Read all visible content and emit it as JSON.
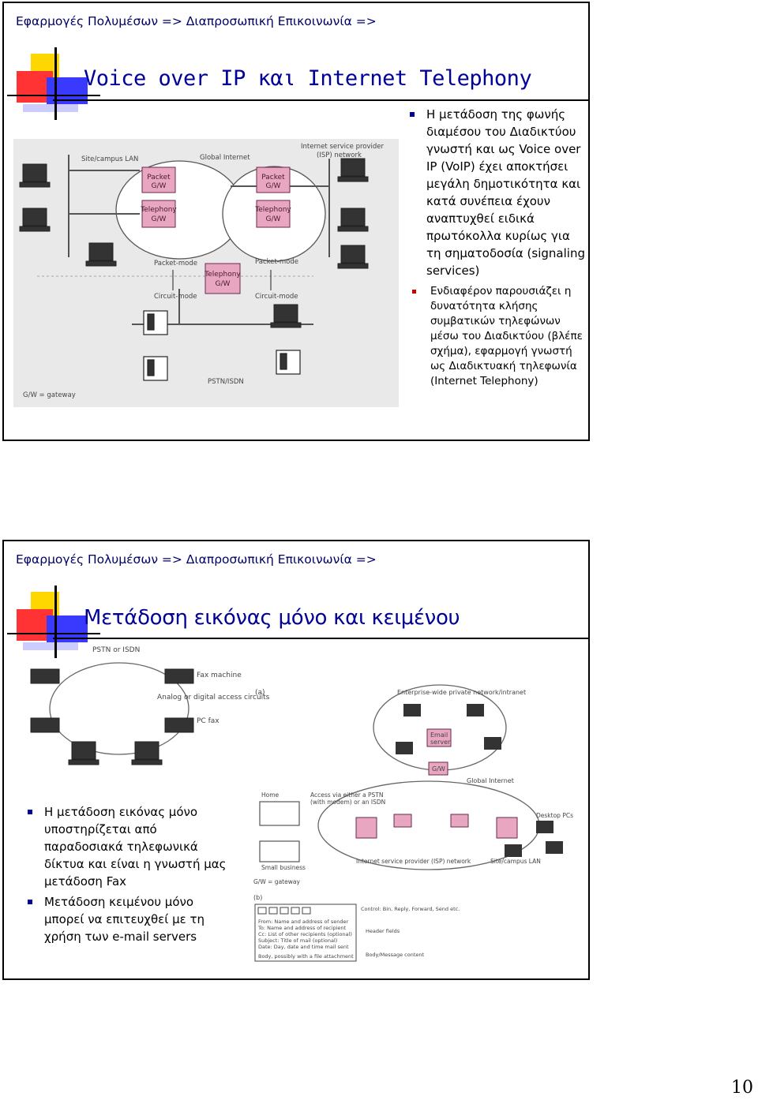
{
  "slides": [
    {
      "breadcrumb": "Εφαρμογές Πολυμέσων => Διαπροσωπική Επικοινωνία =>",
      "title": "Voice over IP και Internet Telephony",
      "figure_labels": {
        "site_lan": "Site/campus LAN",
        "global_internet": "Global Internet",
        "isp_network": "Internet service provider",
        "isp_network2": "(ISP) network",
        "packet_gw": "Packet",
        "gw": "G/W",
        "telephony": "Telephony",
        "packet_mode": "Packet-mode",
        "circuit_mode": "Circuit-mode",
        "pstn_isdn": "PSTN/ISDN",
        "gateway_legend": "G/W = gateway"
      },
      "bullets": [
        {
          "text": "Η μετάδοση της φωνής διαμέσου του Διαδικτύου γνωστή και ως Voice over IP (VoIP) έχει αποκτήσει μεγάλη δημοτικότητα και κατά συνέπεια έχουν αναπτυχθεί ειδικά πρωτόκολλα κυρίως για τη σηματοδοσία (signaling services)",
          "sub": [
            "Ενδιαφέρον παρουσιάζει η δυνατότητα κλήσης συμβατικών τηλεφώνων μέσω του Διαδικτύου (βλέπε σχήμα), εφαρμογή γνωστή ως Διαδικτυακή τηλεφωνία (Internet Telephony)"
          ]
        }
      ]
    },
    {
      "breadcrumb": "Εφαρμογές Πολυμέσων => Διαπροσωπική Επικοινωνία =>",
      "title": "Μετάδοση εικόνας μόνο και κειμένου",
      "figure_labels": {
        "pstn_isdn": "PSTN or ISDN",
        "fax_machine": "Fax machine",
        "analog_circuits": "Analog or digital access circuits",
        "pc_fax": "PC fax",
        "part_a": "(a)",
        "enterprise": "Enterprise-wide private network/intranet",
        "email_server": "Email",
        "server": "server",
        "gw": "G/W",
        "global_internet": "Global Internet",
        "home": "Home",
        "access_via": "Access via either a PSTN",
        "access_via2": "(with modem) or an ISDN",
        "small_business": "Small business",
        "isp": "Internet service provider (ISP) network",
        "site_lan": "Site/campus LAN",
        "desktop_pcs": "Desktop PCs",
        "gateway_legend": "G/W = gateway",
        "part_b": "(b)",
        "control": "Control: Bin, Reply, Forward, Send etc.",
        "header_fields": "Header fields",
        "body_content": "Body/Message content",
        "form_from": "From: Name and address of sender",
        "form_to": "To: Name and address of recipient",
        "form_cc": "Cc: List of other recipients (optional)",
        "form_subject": "Subject: Title of mail (optional)",
        "form_date": "Date: Day, date and time mail sent",
        "form_body": "Body, possibly with a file attachment"
      },
      "bullets": [
        {
          "text": "Η μετάδοση εικόνας μόνο υποστηρίζεται από παραδοσιακά τηλεφωνικά δίκτυα και είναι η γνωστή μας μετάδοση Fax",
          "sub": []
        },
        {
          "text": "Μετάδοση κειμένου μόνο μπορεί να επιτευχθεί με τη χρήση των e-mail servers",
          "sub": []
        }
      ]
    }
  ],
  "page_number": "10"
}
